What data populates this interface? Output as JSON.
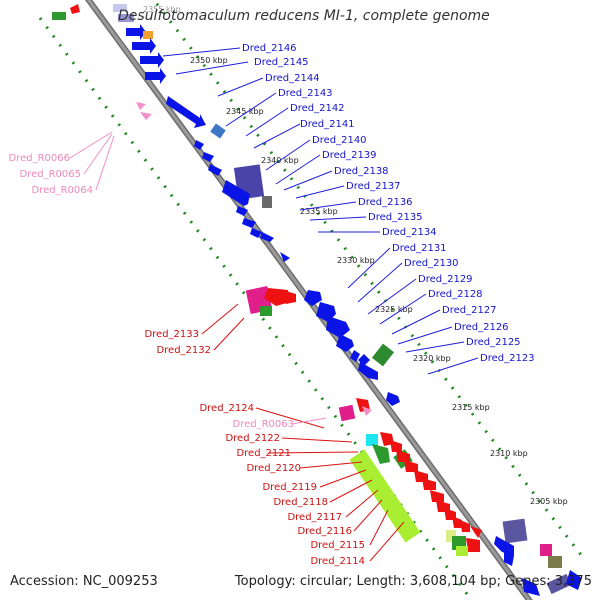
{
  "title": "Desulfotomaculum reducens MI-1, complete genome",
  "footer": {
    "accession": "Accession: NC_009253",
    "summary": "Topology: circular; Length: 3,608,104 bp; Genes: 3,375"
  },
  "colors": {
    "forward": "#0a14e6",
    "reverse": "#ee1111",
    "rna": "#f28fc8",
    "backbone": "#8c8c8c",
    "ruler": "#1e8a1e"
  },
  "ticks": [
    "2355 kbp",
    "2350 kbp",
    "2345 kbp",
    "2340 kbp",
    "2335 kbp",
    "2330 kbp",
    "2325 kbp",
    "2320 kbp",
    "2315 kbp",
    "2310 kbp",
    "2305 kbp"
  ],
  "forward_genes": [
    "Dred_2146",
    "Dred_2145",
    "Dred_2144",
    "Dred_2143",
    "Dred_2142",
    "Dred_2141",
    "Dred_2140",
    "Dred_2139",
    "Dred_2138",
    "Dred_2137",
    "Dred_2136",
    "Dred_2135",
    "Dred_2134",
    "Dred_2131",
    "Dred_2130",
    "Dred_2129",
    "Dred_2128",
    "Dred_2127",
    "Dred_2126",
    "Dred_2125",
    "Dred_2123"
  ],
  "reverse_genes_mid": [
    "Dred_2133",
    "Dred_2132"
  ],
  "reverse_genes_low": [
    "Dred_2124",
    "Dred_R0063",
    "Dred_2122",
    "Dred_2121",
    "Dred_2120",
    "Dred_2119",
    "Dred_2118",
    "Dred_2117",
    "Dred_2116",
    "Dred_2115",
    "Dred_2114"
  ],
  "rna_genes": [
    "Dred_R0066",
    "Dred_R0065",
    "Dred_R0064"
  ]
}
